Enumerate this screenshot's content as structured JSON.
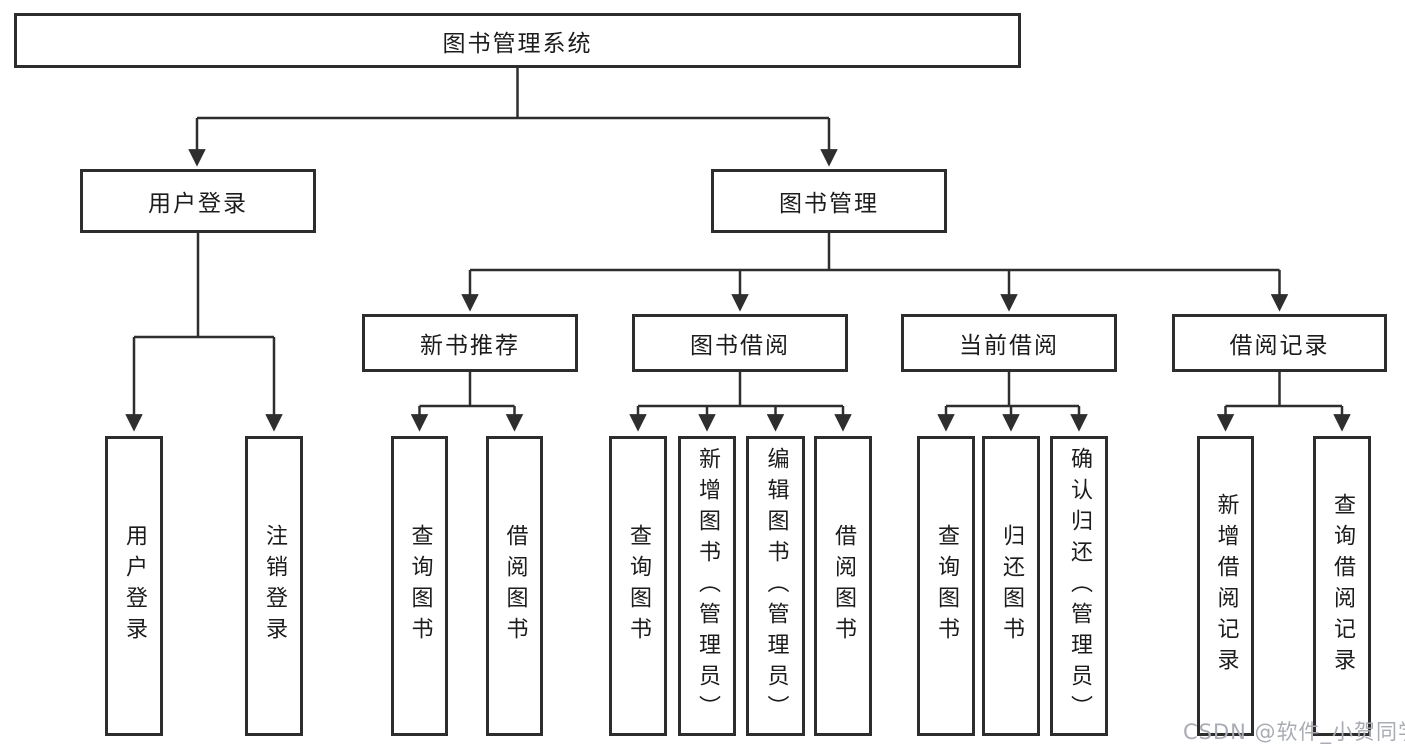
{
  "title": "图书管理系统",
  "level2": [
    {
      "label": "用户登录"
    },
    {
      "label": "图书管理"
    }
  ],
  "login_leaves": [
    {
      "label": "用户登录"
    },
    {
      "label": "注销登录"
    }
  ],
  "sections": [
    {
      "label": "新书推荐",
      "leaves": [
        {
          "label": "查询图书"
        },
        {
          "label": "借阅图书"
        }
      ]
    },
    {
      "label": "图书借阅",
      "leaves": [
        {
          "label": "查询图书"
        },
        {
          "label": "新增图书（管理员）"
        },
        {
          "label": "编辑图书（管理员）"
        },
        {
          "label": "借阅图书"
        }
      ]
    },
    {
      "label": "当前借阅",
      "leaves": [
        {
          "label": "查询图书"
        },
        {
          "label": "归还图书"
        },
        {
          "label": "确认归还（管理员）"
        }
      ]
    },
    {
      "label": "借阅记录",
      "leaves": [
        {
          "label": "新增借阅记录"
        },
        {
          "label": "查询借阅记录"
        }
      ]
    }
  ],
  "watermark": {
    "text": "CSDN @软件_小贺同学"
  },
  "colors": {
    "border": "#2d2d2d",
    "line": "#2e2e2e",
    "text": "#1c1c1c",
    "watermark": "#a9adb3",
    "background": "#ffffff"
  }
}
